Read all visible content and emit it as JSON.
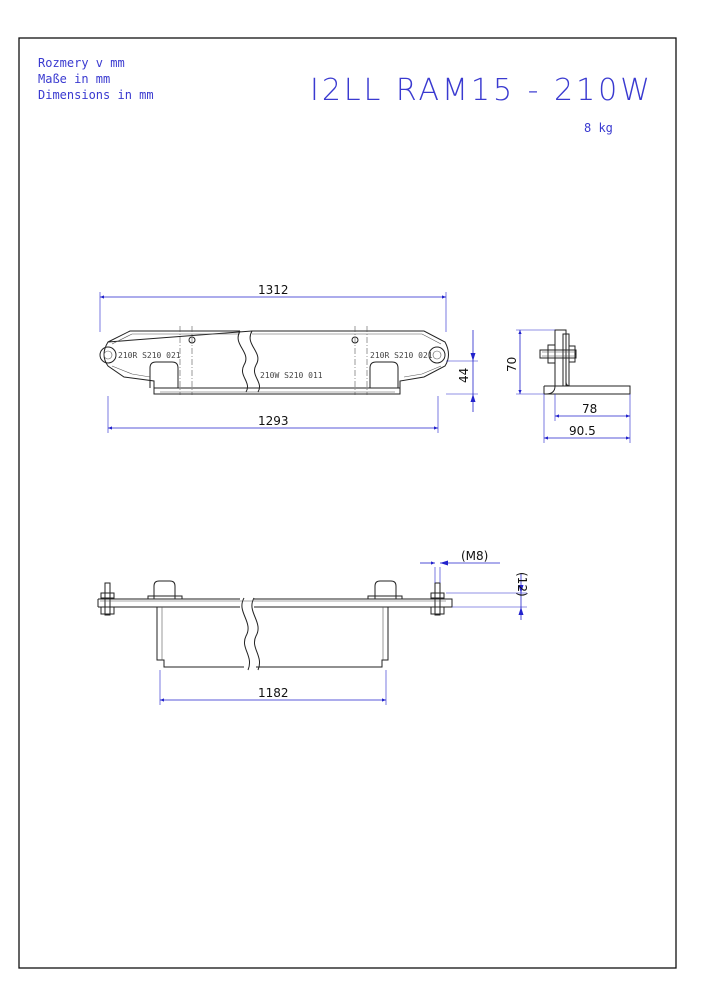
{
  "header": {
    "dims_lines": [
      "Rozmery v mm",
      "Maße in mm",
      "Dimensions in mm"
    ],
    "title": "I2LL RAM15 - 210W",
    "weight": "8 kg"
  },
  "dimensions": {
    "overall_length": "1312",
    "base_length": "1293",
    "height_44": "44",
    "side_height": "70",
    "side_width_78": "78",
    "side_width_905": "90.5",
    "bottom_length": "1182",
    "bolt_thread": "(M8)",
    "bolt_protrusion": "(12)"
  },
  "engravings": {
    "left_plate": "210R S210 021",
    "right_plate": "210R S210 021",
    "center": "210W S210 011"
  }
}
